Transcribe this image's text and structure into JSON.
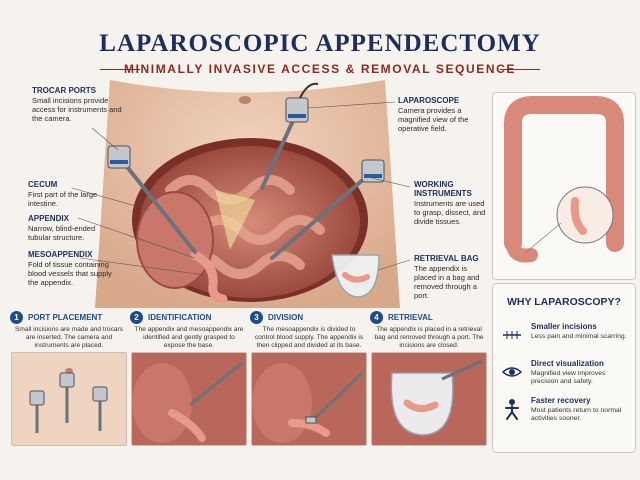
{
  "title": "LAPAROSCOPIC APPENDECTOMY",
  "subtitle": "MINIMALLY INVASIVE ACCESS & REMOVAL SEQUENCE",
  "labels": {
    "trocar": {
      "title": "TROCAR PORTS",
      "desc": "Small incisions provide access for instruments and the camera."
    },
    "cecum": {
      "title": "CECUM",
      "desc": "First part of the large intestine."
    },
    "appendix": {
      "title": "APPENDIX",
      "desc": "Narrow, blind-ended tubular structure."
    },
    "mesoappendix": {
      "title": "MESOAPPENDIX",
      "desc": "Fold of tissue containing blood vessels that supply the appendix."
    },
    "laparoscope": {
      "title": "LAPAROSCOPE",
      "desc": "Camera provides a magnified view of the operative field."
    },
    "instruments": {
      "title": "WORKING INSTRUMENTS",
      "desc": "Instruments are used to grasp, dissect, and divide tissues."
    },
    "bag": {
      "title": "RETRIEVAL BAG",
      "desc": "The appendix is placed in a bag and removed through a port."
    }
  },
  "steps": [
    {
      "num": "1",
      "title": "PORT PLACEMENT",
      "desc": "Small incisions are made and trocars are inserted. The camera and instruments are placed."
    },
    {
      "num": "2",
      "title": "IDENTIFICATION",
      "desc": "The appendix and mesoappendix are identified and gently grasped to expose the base."
    },
    {
      "num": "3",
      "title": "DIVISION",
      "desc": "The mesoappendix is divided to control blood supply. The appendix is then clipped and divided at its base."
    },
    {
      "num": "4",
      "title": "RETRIEVAL",
      "desc": "The appendix is placed in a retrieval bag and removed through a port. The incisions are closed."
    }
  ],
  "why": {
    "title": "WHY LAPAROSCOPY?",
    "items": [
      {
        "title": "Smaller incisions",
        "desc": "Less pain and minimal scarring.",
        "icon": "incision-icon"
      },
      {
        "title": "Direct visualization",
        "desc": "Magnified view improves precision and safety.",
        "icon": "eye-icon"
      },
      {
        "title": "Faster recovery",
        "desc": "Most patients return to normal activities sooner.",
        "icon": "person-icon"
      }
    ]
  },
  "colors": {
    "navy": "#1d2e5c",
    "accent_red": "#8a2a22",
    "step_blue": "#1d4c8c",
    "skin": "#e9c2a8",
    "tissue": "#c9776a"
  }
}
